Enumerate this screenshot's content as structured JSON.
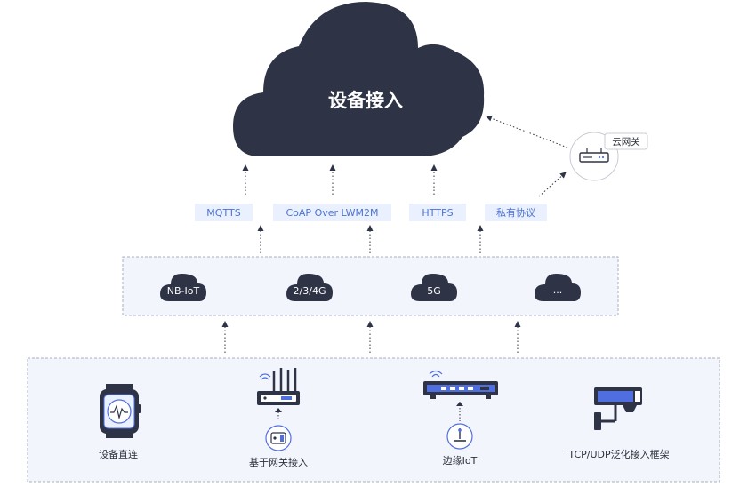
{
  "cloud": {
    "title": "设备接入"
  },
  "cloud_gateway": {
    "label": "云网关",
    "icon": "router-icon"
  },
  "protocols": [
    {
      "label": "MQTTS"
    },
    {
      "label": "CoAP Over LWM2M"
    },
    {
      "label": "HTTPS"
    },
    {
      "label": "私有协议"
    }
  ],
  "networks": [
    {
      "label": "NB-IoT"
    },
    {
      "label": "2/3/4G"
    },
    {
      "label": "5G"
    },
    {
      "label": "..."
    }
  ],
  "devices": [
    {
      "label": "设备直连",
      "icon": "smartwatch-icon"
    },
    {
      "label": "基于网关接入",
      "icon": "wifi-router-icon"
    },
    {
      "label": "边缘IoT",
      "icon": "edge-switch-icon"
    },
    {
      "label": "TCP/UDP泛化接入框架",
      "icon": "security-camera-icon"
    }
  ],
  "colors": {
    "cloud": "#2e3446",
    "protocol_bg": "#eaf0fd",
    "protocol_text": "#4a74d8",
    "panel_bg": "#f3f5fd",
    "panel_border": "#a9afbf",
    "icon_blue": "#4f6fe0",
    "icon_dark": "#2e3446"
  }
}
